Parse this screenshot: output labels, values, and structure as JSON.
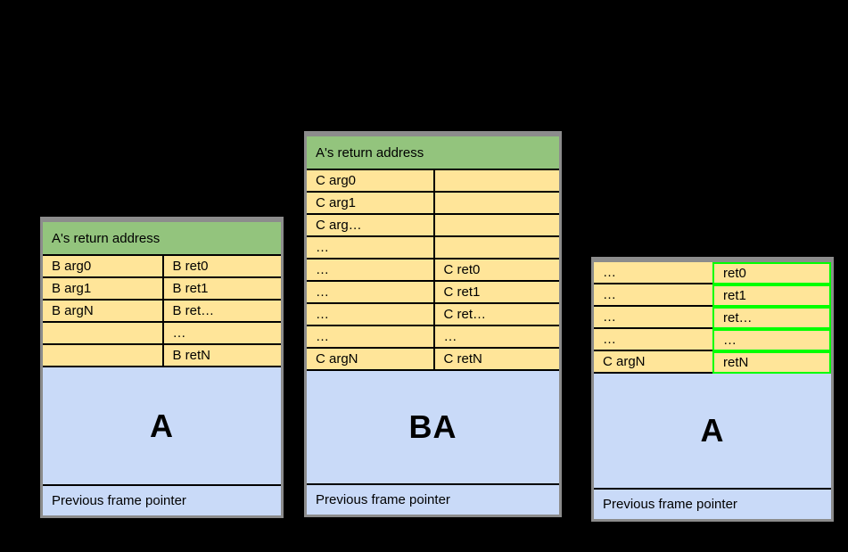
{
  "colors": {
    "background": "#000000",
    "header_green": "#93c47d",
    "cell_yellow": "#ffe599",
    "frame_blue": "#c9daf8",
    "highlight_green_border": "#00ff00",
    "grid_border": "#000000",
    "outer_gray_border": "#8c8c8c",
    "text": "#000000"
  },
  "stacks": [
    {
      "name": "left-stack-b-call",
      "header": "A's return address",
      "rows": [
        {
          "left": "B arg0",
          "right": "B ret0"
        },
        {
          "left": "B arg1",
          "right": "B ret1"
        },
        {
          "left": "B argN",
          "right": "B ret…"
        },
        {
          "left": "",
          "right": "…"
        },
        {
          "left": "",
          "right": "B retN"
        }
      ],
      "frame_label": "A",
      "footer": "Previous frame pointer"
    },
    {
      "name": "middle-stack-c-call",
      "header": "A's return address",
      "rows": [
        {
          "left": "C arg0",
          "right": ""
        },
        {
          "left": "C arg1",
          "right": ""
        },
        {
          "left": "C arg…",
          "right": ""
        },
        {
          "left": "…",
          "right": ""
        },
        {
          "left": "…",
          "right": "C ret0"
        },
        {
          "left": "…",
          "right": "C ret1"
        },
        {
          "left": "…",
          "right": "C ret…"
        },
        {
          "left": "…",
          "right": "…"
        },
        {
          "left": "C argN",
          "right": "C retN"
        }
      ],
      "frame_label": "BA",
      "footer": "Previous frame pointer"
    },
    {
      "name": "right-stack-highlighted-rets",
      "rows": [
        {
          "left": "…",
          "right": "ret0"
        },
        {
          "left": "…",
          "right": "ret1"
        },
        {
          "left": "…",
          "right": "ret…"
        },
        {
          "left": "…",
          "right": "…"
        },
        {
          "left": "C argN",
          "right": "retN"
        }
      ],
      "frame_label": "A",
      "footer": "Previous frame pointer"
    }
  ]
}
